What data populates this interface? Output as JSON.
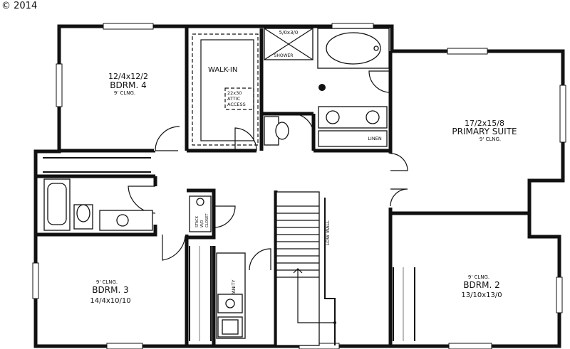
{
  "copyright": "© 2014",
  "rooms": {
    "bdrm4": {
      "dims": "12/4x12/2",
      "name": "BDRM. 4",
      "ceiling": "9' CLNG."
    },
    "primary": {
      "dims": "17/2x15/8",
      "name": "PRIMARY SUITE",
      "ceiling": "9' CLNG."
    },
    "bdrm3": {
      "ceiling": "9' CLNG.",
      "name": "BDRM. 3",
      "dims": "14/4x10/10"
    },
    "bdrm2": {
      "ceiling": "9' CLNG.",
      "name": "BDRM. 2",
      "dims": "13/10x13/0"
    }
  },
  "labels": {
    "walkin": "WALK-IN",
    "shower_size": "5/0x3/0",
    "shower": "SHOWER",
    "attic_1": "22x30",
    "attic_2": "ATTIC",
    "attic_3": "ACCESS",
    "linen": "LINEN",
    "low_wall": "LOW WALL",
    "vanity": "54\" VANITY",
    "stack_1": "STACK",
    "stack_2": "W/D",
    "stack_3": "CLOSET"
  }
}
